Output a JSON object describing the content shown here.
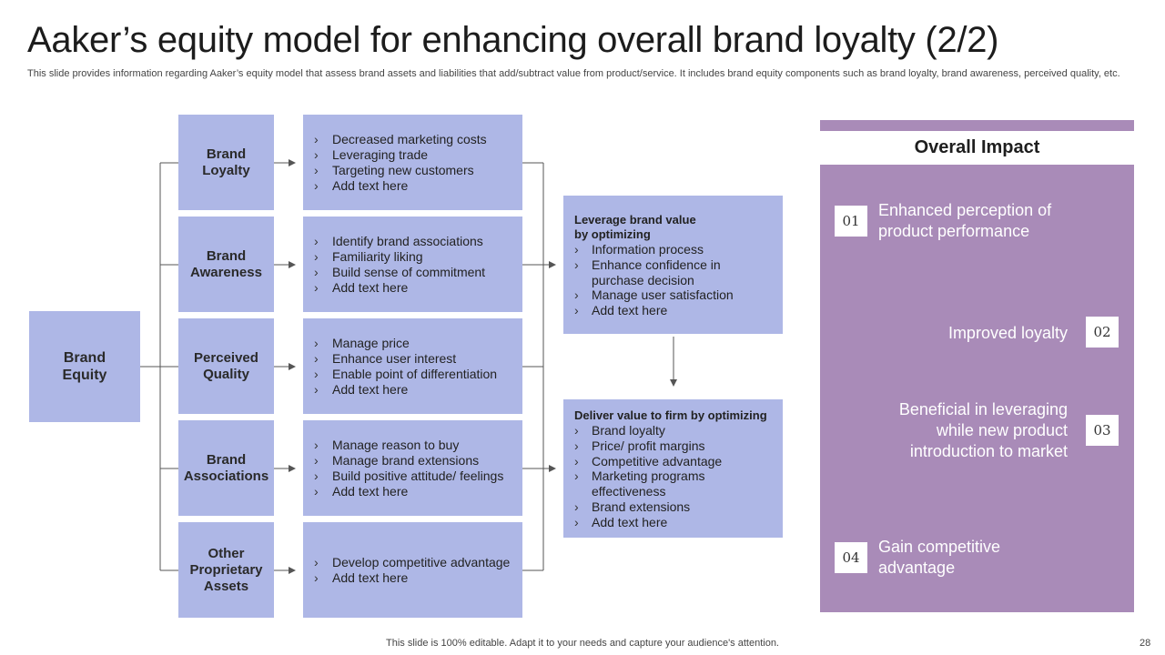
{
  "header": {
    "title": "Aaker’s equity model for enhancing overall brand loyalty (2/2)",
    "subtitle": "This slide provides information regarding Aaker’s equity model that assess brand assets and liabilities that add/subtract value from product/service. It includes brand equity components such as brand loyalty, brand awareness, perceived quality, etc."
  },
  "diagram": {
    "root": "Brand\nEquity",
    "categories": [
      {
        "label": "Brand\nLoyalty",
        "items": [
          "Decreased marketing costs",
          "Leveraging trade",
          "Targeting new customers",
          "Add text here"
        ]
      },
      {
        "label": "Brand\nAwareness",
        "items": [
          "Identify brand associations",
          "Familiarity liking",
          "Build sense of commitment",
          "Add text here"
        ]
      },
      {
        "label": "Perceived\nQuality",
        "items": [
          "Manage price",
          "Enhance user interest",
          "Enable point of differentiation",
          "Add text here"
        ]
      },
      {
        "label": "Brand\nAssociations",
        "items": [
          "Manage reason to buy",
          "Manage brand extensions",
          "Build positive attitude/ feelings",
          "Add text here"
        ]
      },
      {
        "label": "Other\nProprietary\nAssets",
        "items": [
          "Develop competitive advantage",
          "Add text here"
        ]
      }
    ],
    "leverage": {
      "title": "Leverage brand value\nby optimizing",
      "items": [
        "Information process",
        "Enhance confidence in purchase decision",
        "Manage user satisfaction",
        "Add text here"
      ]
    },
    "deliver": {
      "title": "Deliver value to firm by optimizing",
      "items": [
        "Brand loyalty",
        "Price/ profit margins",
        "Competitive advantage",
        "Marketing programs effectiveness",
        "Brand extensions",
        "Add text here"
      ]
    },
    "bullet_glyph": "›"
  },
  "impact": {
    "title": "Overall Impact",
    "items": [
      {
        "num": "01",
        "text": "Enhanced perception of product performance"
      },
      {
        "num": "02",
        "text": "Improved loyalty"
      },
      {
        "num": "03",
        "text": "Beneficial in leveraging while new product introduction to market"
      },
      {
        "num": "04",
        "text": "Gain competitive advantage"
      }
    ]
  },
  "footer": {
    "note": "This slide is 100% editable. Adapt it to your needs and capture your audience's attention.",
    "page": "28"
  },
  "colors": {
    "box_fill": "#aeb7e6",
    "impact_fill": "#a98bb8",
    "connector": "#555555"
  }
}
